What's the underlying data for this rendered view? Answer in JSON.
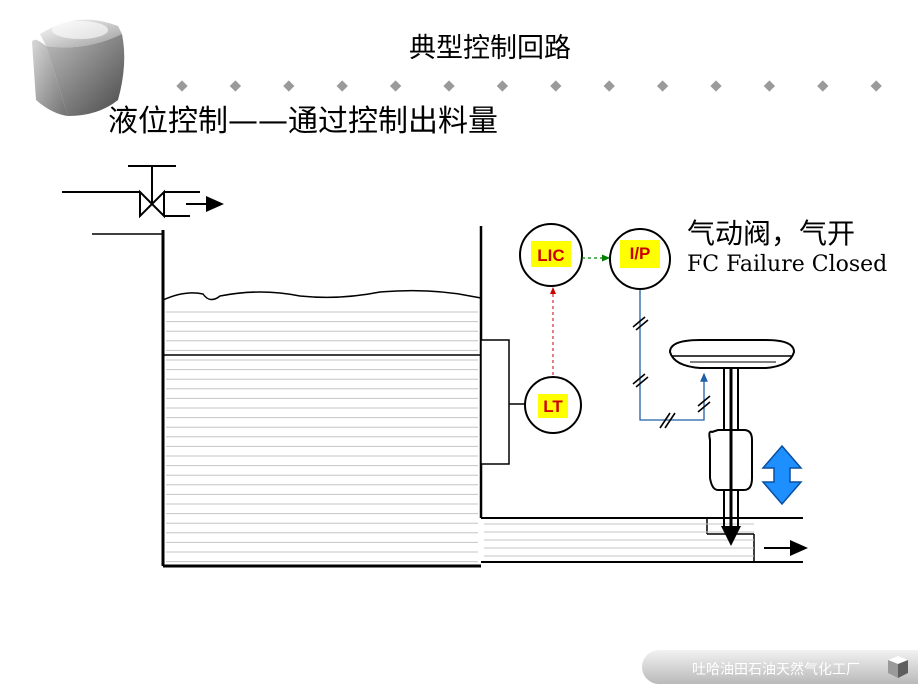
{
  "slide": {
    "title": "典型控制回路",
    "subtitle": "液位控制——通过控制出料量",
    "valve_note_cn": "气动阀，气开",
    "valve_note_en": "FC Failure Closed",
    "footer_text": "吐哈油田石油天然气化工厂"
  },
  "instruments": {
    "lic": "LIC",
    "ip": "I/P",
    "lt": "LT"
  },
  "colors": {
    "instrument_label": "#cc0000",
    "label_highlight": "#ffff00",
    "signal_line_red": "#cc0000",
    "signal_line_green": "#008000",
    "pneumatic_line": "#1f5fa8",
    "arrow_blue": "#1e8fff"
  },
  "icons": {
    "logo": "silver-cube-icon",
    "footer_logo": "small-cube-icon"
  }
}
